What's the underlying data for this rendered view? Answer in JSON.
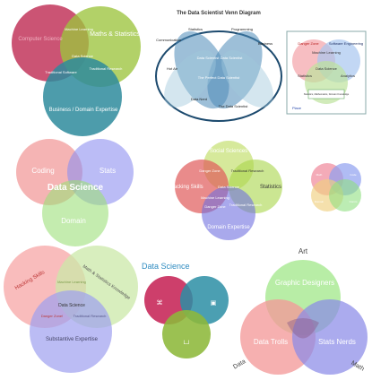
{
  "panels": {
    "p1": {
      "circle_a": "Computer Science",
      "circle_b": "Maths & Statistics",
      "circle_c": "Business / Domain Expertise",
      "overlap_ab": "Machine Learning",
      "overlap_abc": "Data Science",
      "overlap_ac": "Traditional Software",
      "overlap_bc": "Traditional Research"
    },
    "p2": {
      "title": "The Data Scientist Venn Diagram",
      "top_left": "Statistics",
      "top_right": "Programming",
      "left": "Communication",
      "right": "Business",
      "far_left": "Hot Air",
      "inner_a": "Data Scientist",
      "inner_b": "Data Scientist",
      "inner_c": "The Perfect Data Scientist",
      "bottom_a": "Data Nerd",
      "bottom_b": "The Data Scientist"
    },
    "p3": {
      "a": "Danger Zone",
      "b": "Software Engineering",
      "c": "Machine Learning",
      "center": "Data Science",
      "d": "Statistics",
      "e": "Analytics",
      "bottom": "Statistics, Mathematics, Domain Knowledge",
      "footer": "Place"
    },
    "p4": {
      "left": "Coding",
      "right": "Stats",
      "bottom": "Domain",
      "center": "Data Science"
    },
    "p5": {
      "top": "Social Sciences",
      "left": "Hacking Skills",
      "right": "Statistics",
      "bottom": "Domain Expertise",
      "a": "Danger Zone",
      "b": "Traditional Research",
      "c": "Data Science",
      "d": "Machine Learning",
      "e": "Danger Zone",
      "f": "Traditional Research"
    },
    "p6": {
      "l1": "Math",
      "l2": "Code",
      "l3": "Domain",
      "l4": "Comm"
    },
    "p7": {
      "a": "Hacking Skills",
      "b": "Math & Statistics Knowledge",
      "c": "Machine Learning",
      "center": "Data Science",
      "d": "Danger Zone!",
      "e": "Traditional Research",
      "f": "Substantive Expertise"
    },
    "p8": {
      "title": "Data Science"
    },
    "p9": {
      "top": "Art",
      "circle_a": "Graphic Designers",
      "circle_b": "Data Trolls",
      "circle_c": "Stats Nerds",
      "left_corner": "Data",
      "right_corner": "Math"
    }
  }
}
